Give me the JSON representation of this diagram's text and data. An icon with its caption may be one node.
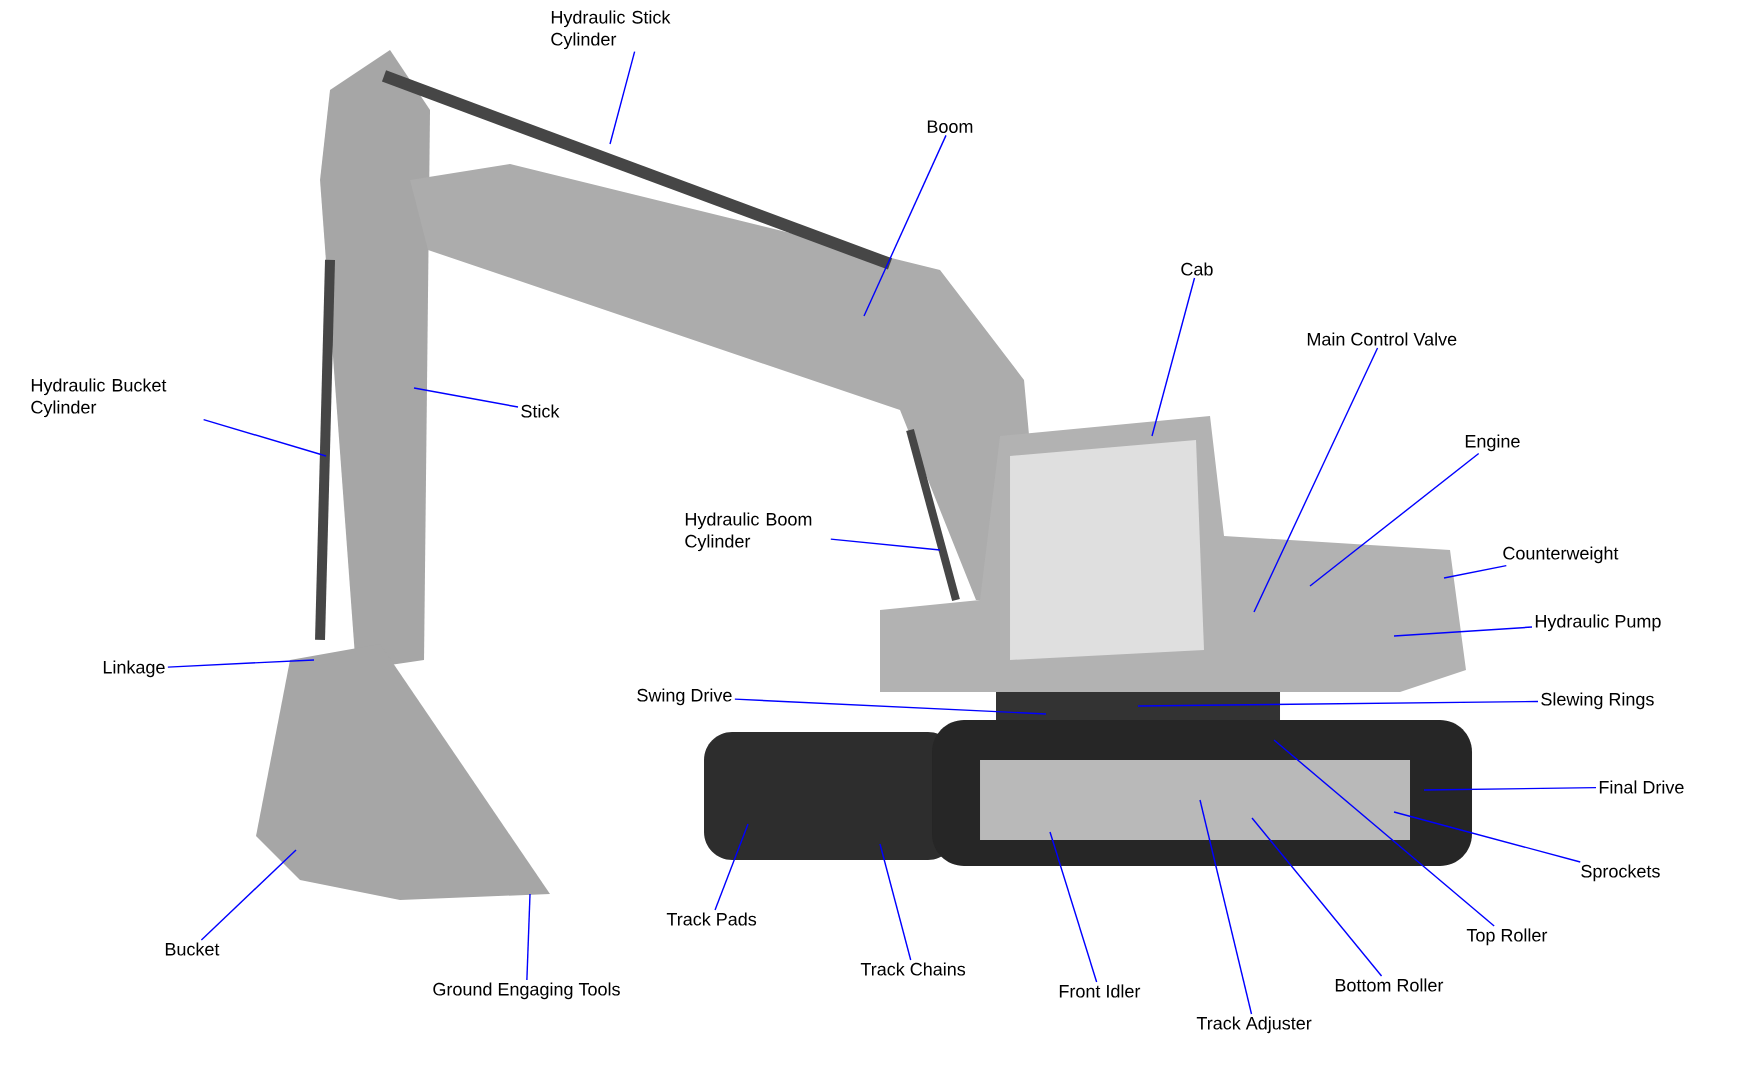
{
  "diagram": {
    "nodes": [
      {
        "text": [
          "Hydraulic Stick Cylinder"
        ]
      },
      {
        "text": [
          "Boom"
        ]
      },
      {
        "text": [
          "Cab"
        ]
      },
      {
        "text": [
          "Main Control Valve"
        ]
      },
      {
        "text": [
          "Engine"
        ]
      },
      {
        "text": [
          "Counterweight"
        ]
      },
      {
        "text": [
          "Hydraulic Pump"
        ]
      },
      {
        "text": [
          "Hydraulic Bucket Cylinder"
        ]
      },
      {
        "text": [
          "Stick"
        ]
      },
      {
        "text": [
          "Hydraulic Boom Cylinder"
        ]
      },
      {
        "text": [
          "Linkage"
        ]
      },
      {
        "text": [
          "Swing Drive"
        ]
      },
      {
        "text": [
          "Slewing Rings"
        ]
      },
      {
        "text": [
          "Final Drive"
        ]
      },
      {
        "text": [
          "Sprockets"
        ]
      },
      {
        "text": [
          "Top Roller"
        ]
      },
      {
        "text": [
          "Bottom Roller"
        ]
      },
      {
        "text": [
          "Track Adjuster"
        ]
      },
      {
        "text": [
          "Front Idler"
        ]
      },
      {
        "text": [
          "Track Chains"
        ]
      },
      {
        "text": [
          "Track Pads"
        ]
      },
      {
        "text": [
          "Bucket"
        ]
      },
      {
        "text": [
          "Ground Engaging Tools"
        ]
      }
    ],
    "edges": [
      {
        "from": 0,
        "to": null,
        "arrow": "none"
      },
      {
        "from": 1,
        "to": null,
        "arrow": "none"
      },
      {
        "from": 2,
        "to": null,
        "arrow": "none"
      },
      {
        "from": 3,
        "to": null,
        "arrow": "none"
      },
      {
        "from": 4,
        "to": null,
        "arrow": "none"
      },
      {
        "from": 5,
        "to": null,
        "arrow": "none"
      },
      {
        "from": 6,
        "to": null,
        "arrow": "none"
      },
      {
        "from": 7,
        "to": null,
        "arrow": "none"
      },
      {
        "from": 8,
        "to": null,
        "arrow": "none"
      },
      {
        "from": 9,
        "to": null,
        "arrow": "none"
      },
      {
        "from": 10,
        "to": null,
        "arrow": "none"
      },
      {
        "from": 11,
        "to": null,
        "arrow": "none"
      },
      {
        "from": 12,
        "to": null,
        "arrow": "none"
      },
      {
        "from": 13,
        "to": null,
        "arrow": "none"
      },
      {
        "from": 14,
        "to": null,
        "arrow": "none"
      },
      {
        "from": 15,
        "to": null,
        "arrow": "none"
      },
      {
        "from": 16,
        "to": null,
        "arrow": "none"
      },
      {
        "from": 17,
        "to": null,
        "arrow": "none"
      },
      {
        "from": 18,
        "to": null,
        "arrow": "none"
      },
      {
        "from": 19,
        "to": null,
        "arrow": "none"
      },
      {
        "from": 20,
        "to": null,
        "arrow": "none"
      },
      {
        "from": 21,
        "to": null,
        "arrow": "none"
      },
      {
        "from": 22,
        "to": null,
        "arrow": "none"
      }
    ]
  }
}
